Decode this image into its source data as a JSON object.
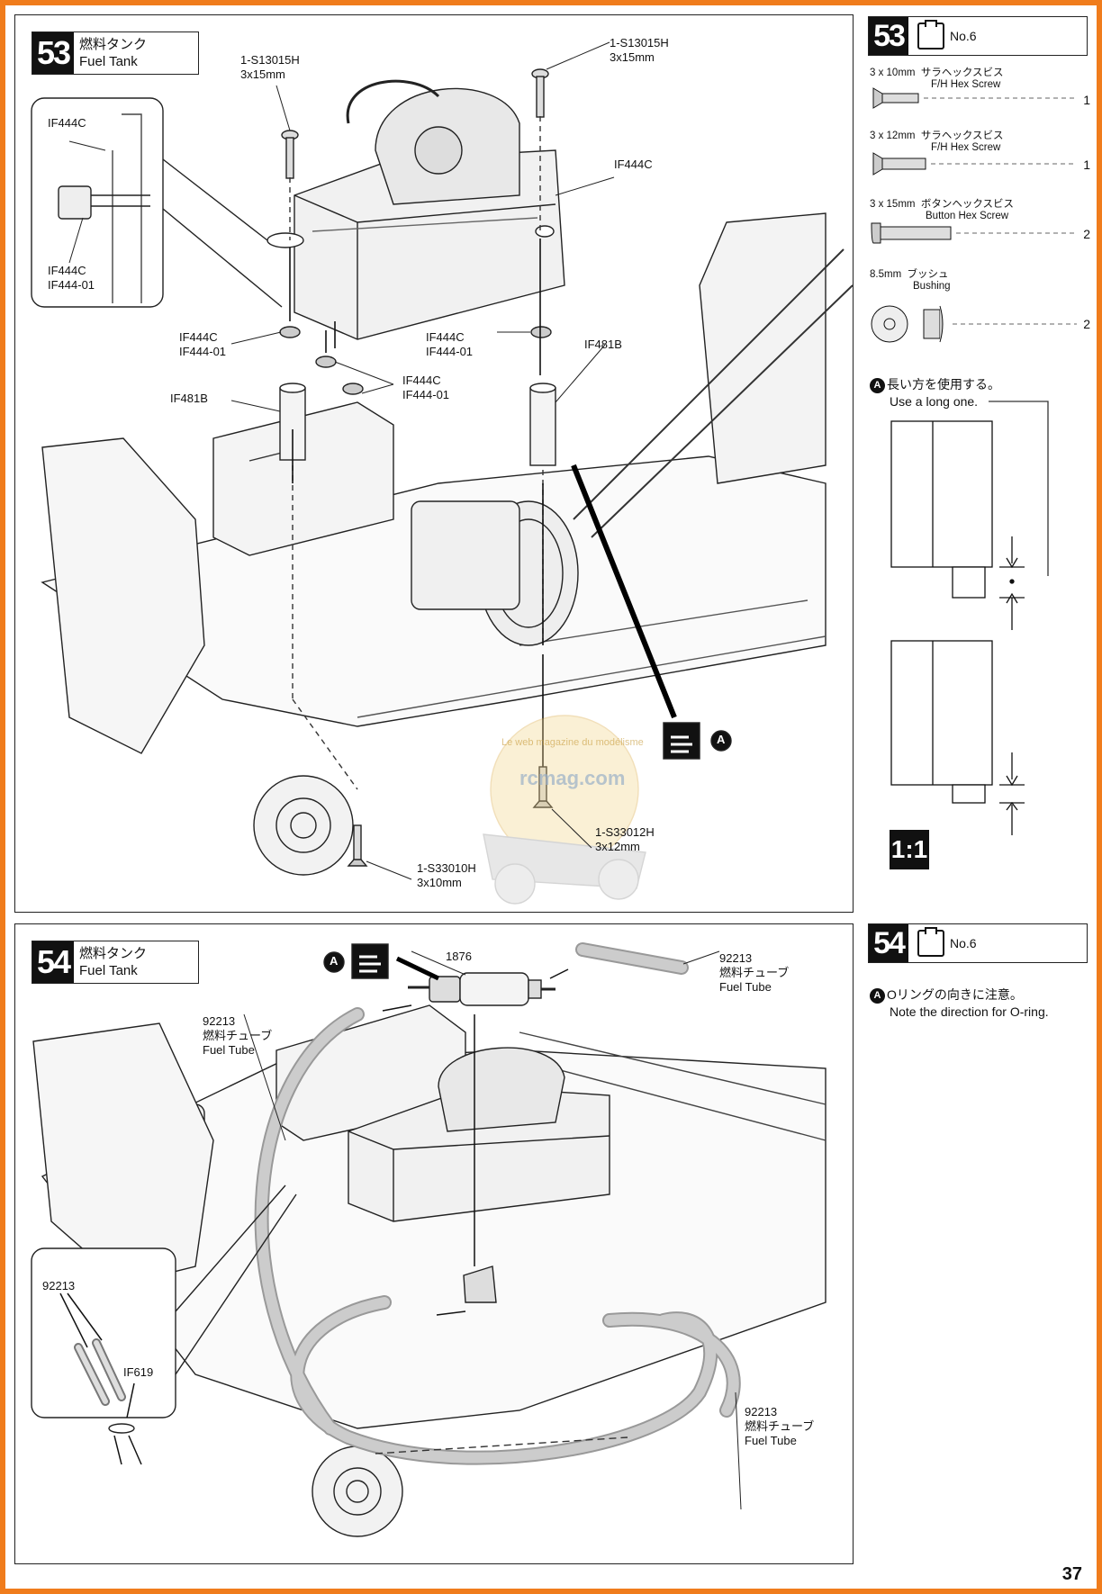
{
  "page_number": "37",
  "step53": {
    "number": "53",
    "title_jp": "燃料タンク",
    "title_en": "Fuel Tank",
    "labels": {
      "screw_top_left": "1-S13015H\n3x15mm",
      "screw_top_right": "1-S13015H\n3x15mm",
      "inset_top": "IF444C",
      "inset_bottom": "IF444C\nIF444-01",
      "tank": "IF444C",
      "grommet_left": "IF444C\nIF444-01",
      "grommet_mid": "IF444C\nIF444-01",
      "grommet_bottom": "IF444C\nIF444-01",
      "post_left": "IF481B",
      "post_right": "IF481B",
      "screw_bottom_right": "1-S33012H\n3x12mm",
      "screw_bottom_left": "1-S33010H\n3x10mm",
      "callout": "A"
    },
    "watermark": "rcmag.com",
    "watermark_ring": "Le web magazine du modélisme"
  },
  "side53": {
    "number": "53",
    "bag": "No.6",
    "parts": [
      {
        "size": "3 x 10mm",
        "jp": "サラヘックスビス",
        "en": "F/H Hex Screw",
        "qty": "1"
      },
      {
        "size": "3 x 12mm",
        "jp": "サラヘックスビス",
        "en": "F/H Hex Screw",
        "qty": "1"
      },
      {
        "size": "3 x 15mm",
        "jp": "ボタンヘックスビス",
        "en": "Button Hex Screw",
        "qty": "2"
      },
      {
        "size": "8.5mm",
        "jp": "ブッシュ",
        "en": "Bushing",
        "qty": "2"
      }
    ],
    "note_badge": "A",
    "note_jp": "長い方を使用する。",
    "note_en": "Use a long one.",
    "scale": "1:1"
  },
  "step54": {
    "number": "54",
    "title_jp": "燃料タンク",
    "title_en": "Fuel Tank",
    "labels": {
      "filter": "1876",
      "tube_right": "92213\n燃料チューブ\nFuel Tube",
      "tube_left": "92213\n燃料チューブ\nFuel Tube",
      "tube_bottom": "92213\n燃料チューブ\nFuel Tube",
      "inset_tube": "92213",
      "inset_oring": "IF619",
      "callout": "A"
    }
  },
  "side54": {
    "number": "54",
    "bag": "No.6",
    "note_badge": "A",
    "note_jp": "Oリングの向きに注意。",
    "note_en": "Note the direction for O-ring."
  }
}
